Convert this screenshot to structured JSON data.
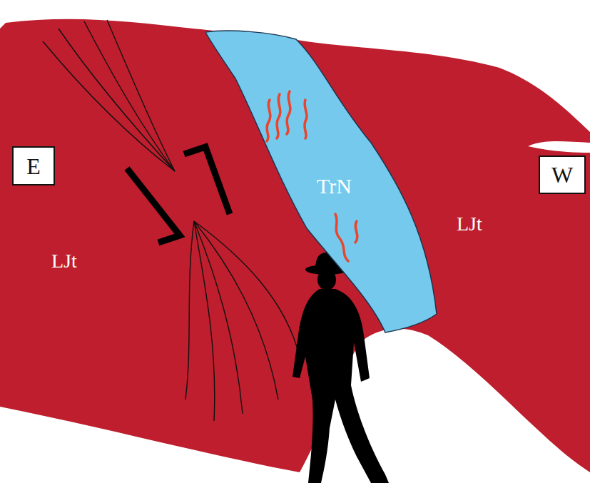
{
  "diagram": {
    "nodes": [
      {
        "text": [
          "E"
        ]
      },
      {
        "text": [
          "TrN"
        ]
      },
      {
        "text": [
          "W"
        ]
      }
    ],
    "labels": [
      "LJt",
      "LJt"
    ]
  }
}
